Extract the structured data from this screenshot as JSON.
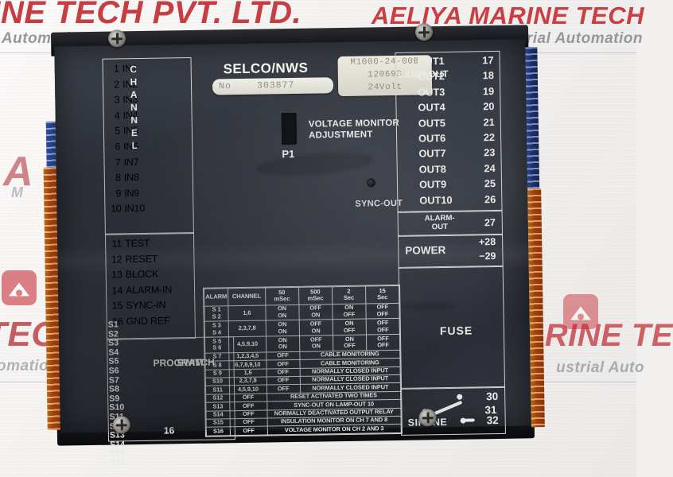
{
  "watermarks": {
    "top_left": "RINE TECH PVT. LTD.",
    "top_left_sub": "al Automation",
    "top_right": "AELIYA MARINE TECH",
    "top_right_sub": "ustrial Automation",
    "mid_left": "A",
    "mid_left_sub": "M",
    "bottom_left": "TECH",
    "bottom_left_sub": "omation",
    "bottom_right": "MARINE TE",
    "bottom_right_sub": "ustrial Auto"
  },
  "device": {
    "brand": "SELCO/NWS",
    "serial_label": "No",
    "serial_value": "303877",
    "type_sticker": {
      "model": "M1000-24-00B",
      "date_code": "120693",
      "voltage": "24Volt"
    },
    "pot_label": "P1",
    "adjustment_line1": "VOLTAGE MONITOR",
    "adjustment_line2": "ADJUSTMENT",
    "sync_out": "SYNC-OUT"
  },
  "channel_block": {
    "vertical_label": "CHANNEL",
    "inputs": [
      {
        "num": "1",
        "name": "IN1"
      },
      {
        "num": "2",
        "name": "IN2"
      },
      {
        "num": "3",
        "name": "IN3"
      },
      {
        "num": "4",
        "name": "IN4"
      },
      {
        "num": "5",
        "name": "IN5"
      },
      {
        "num": "6",
        "name": "IN6"
      },
      {
        "num": "7",
        "name": "IN7"
      },
      {
        "num": "8",
        "name": "IN8"
      },
      {
        "num": "9",
        "name": "IN9"
      },
      {
        "num": "10",
        "name": "IN10"
      }
    ],
    "functions": [
      {
        "num": "11",
        "name": "TEST"
      },
      {
        "num": "12",
        "name": "RESET"
      },
      {
        "num": "13",
        "name": "BLOCK"
      },
      {
        "num": "14",
        "name": "ALARM-IN"
      },
      {
        "num": "15",
        "name": "SYNC-IN"
      },
      {
        "num": "16",
        "name": "GND REF"
      }
    ]
  },
  "program_switch": {
    "label_left": "PROGRAM",
    "label_right": "SWITCH",
    "count_label": "16",
    "switches": [
      "S1",
      "S2",
      "S3",
      "S4",
      "S5",
      "S6",
      "S7",
      "S8",
      "S9",
      "S10",
      "S11",
      "S12",
      "S13",
      "S14",
      "S15",
      "S16"
    ]
  },
  "lamp_out": {
    "vertical_label": "LAMP OUT",
    "outputs": [
      {
        "label": "OUT1",
        "terminal": "17"
      },
      {
        "label": "OUT2",
        "terminal": "18"
      },
      {
        "label": "OUT3",
        "terminal": "19"
      },
      {
        "label": "OUT4",
        "terminal": "20"
      },
      {
        "label": "OUT5",
        "terminal": "21"
      },
      {
        "label": "OUT6",
        "terminal": "22"
      },
      {
        "label": "OUT7",
        "terminal": "23"
      },
      {
        "label": "OUT8",
        "terminal": "24"
      },
      {
        "label": "OUT9",
        "terminal": "25"
      },
      {
        "label": "OUT10",
        "terminal": "26"
      }
    ],
    "alarm_out_line1": "ALARM-",
    "alarm_out_line2": "OUT",
    "alarm_out_terminal": "27",
    "power_label": "POWER",
    "power_plus": "+28",
    "power_minus": "−29",
    "fuse_label": "FUSE",
    "sirene_label": "SIRENE",
    "sirene_terminals": [
      "30",
      "31",
      "32"
    ]
  },
  "config_table": {
    "headers": [
      "ALARM",
      "CHANNEL",
      "50\nmSec",
      "500\nmSec",
      "2\nSec",
      "15\nSec"
    ],
    "header_sw": "ALARM",
    "header_ch": "CHANNEL",
    "header_t1a": "50",
    "header_t1b": "mSec",
    "header_t2a": "500",
    "header_t2b": "mSec",
    "header_t3a": "2",
    "header_t3b": "Sec",
    "header_t4a": "15",
    "header_t4b": "Sec",
    "timing_rows": [
      {
        "sw_a": "S 1",
        "sw_b": "S 2",
        "channel": "1,6",
        "t1_a": "ON",
        "t1_b": "ON",
        "t2_a": "OFF",
        "t2_b": "ON",
        "t3_a": "ON",
        "t3_b": "OFF",
        "t4_a": "OFF",
        "t4_b": "OFF"
      },
      {
        "sw_a": "S 3",
        "sw_b": "S 4",
        "channel": "2,3,7,8",
        "t1_a": "ON",
        "t1_b": "ON",
        "t2_a": "OFF",
        "t2_b": "ON",
        "t3_a": "ON",
        "t3_b": "OFF",
        "t4_a": "OFF",
        "t4_b": "OFF"
      },
      {
        "sw_a": "S 5",
        "sw_b": "S 6",
        "channel": "4,5,9,10",
        "t1_a": "ON",
        "t1_b": "ON",
        "t2_a": "OFF",
        "t2_b": "ON",
        "t3_a": "ON",
        "t3_b": "OFF",
        "t4_a": "OFF",
        "t4_b": "OFF"
      }
    ],
    "cable_rows": [
      {
        "sw": "S 7",
        "channel": "1,2,3,4,5",
        "state": "OFF",
        "text": "CABLE MONITORING"
      },
      {
        "sw": "S 8",
        "channel": "6,7,8,9,10",
        "state": "OFF",
        "text": "CABLE MONITORING"
      }
    ],
    "nc_rows": [
      {
        "sw": "S 9",
        "channel": "1,6",
        "state": "OFF",
        "text": "NORMALLY CLOSED INPUT"
      },
      {
        "sw": "S10",
        "channel": "2,3,7,8",
        "state": "OFF",
        "text": "NORMALLY CLOSED INPUT"
      },
      {
        "sw": "S11",
        "channel": "4,5,9,10",
        "state": "OFF",
        "text": "NORMALLY CLOSED INPUT"
      }
    ],
    "function_rows": [
      {
        "sw": "S12",
        "state": "OFF",
        "text": "RESET ACTIVATED TWO TIMES"
      },
      {
        "sw": "S13",
        "state": "OFF",
        "text": "SYNC-OUT ON LAMP-OUT 10"
      },
      {
        "sw": "S14",
        "state": "OFF",
        "text": "NORMALLY DEACTIVATED OUTPUT RELAY"
      },
      {
        "sw": "S15",
        "state": "OFF",
        "text": "INSULATION MONITOR ON CH 7 AND 8"
      },
      {
        "sw": "S16",
        "state": "OFF",
        "text": "VOLTAGE MONITOR ON CH 2 AND 3"
      }
    ]
  },
  "colors": {
    "faceplate": "#33363e",
    "silkscreen": "#e8eae6",
    "connector_orange": "#d0560d",
    "connector_blue": "#27408f",
    "watermark_red": "#c0242c"
  }
}
